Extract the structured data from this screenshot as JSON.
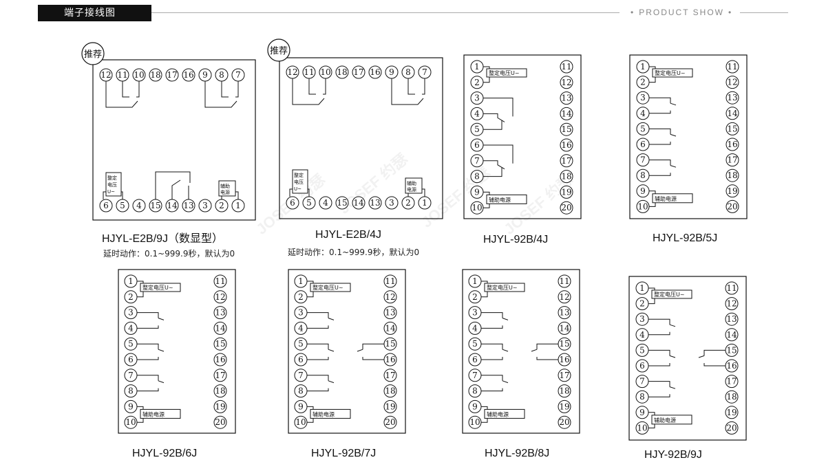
{
  "header": {
    "section_title": "端子接线图",
    "right_label": "PRODUCT SHOW",
    "dot": "•"
  },
  "watermark": "JOSEF 约瑟",
  "recommend_badge": "推荐",
  "labels": {
    "setting_voltage": "整定电压U~",
    "setting_voltage_vertical": "整定电压U~",
    "aux_power": "辅助电源"
  },
  "products": [
    {
      "model": "HJYL-E2B/9J（数显型）",
      "note": "延时动作：0.1~999.9秒，默认为0"
    },
    {
      "model": "HJYL-E2B/4J",
      "note": "延时动作：0.1~999.9秒，默认为0"
    },
    {
      "model": "HJYL-92B/4J"
    },
    {
      "model": "HJYL-92B/5J"
    },
    {
      "model": "HJYL-92B/6J"
    },
    {
      "model": "HJYL-92B/7J"
    },
    {
      "model": "HJYL-92B/8J"
    },
    {
      "model": "HJY-92B/9J"
    }
  ],
  "e2b_top_terminals": [
    "12",
    "11",
    "10",
    "18",
    "17",
    "16",
    "9",
    "8",
    "7"
  ],
  "e2b9_bottom_terminals": [
    "6",
    "5",
    "4",
    "15",
    "14",
    "13",
    "3",
    "2",
    "1"
  ],
  "e2b4_bottom_terminals": [
    "6",
    "5",
    "4",
    "15",
    "14",
    "13",
    "3",
    "2",
    "1"
  ],
  "col_left": [
    "1",
    "2",
    "3",
    "4",
    "5",
    "6",
    "7",
    "8",
    "9",
    "10"
  ],
  "col_right": [
    "11",
    "12",
    "13",
    "14",
    "15",
    "16",
    "17",
    "18",
    "19",
    "20"
  ]
}
